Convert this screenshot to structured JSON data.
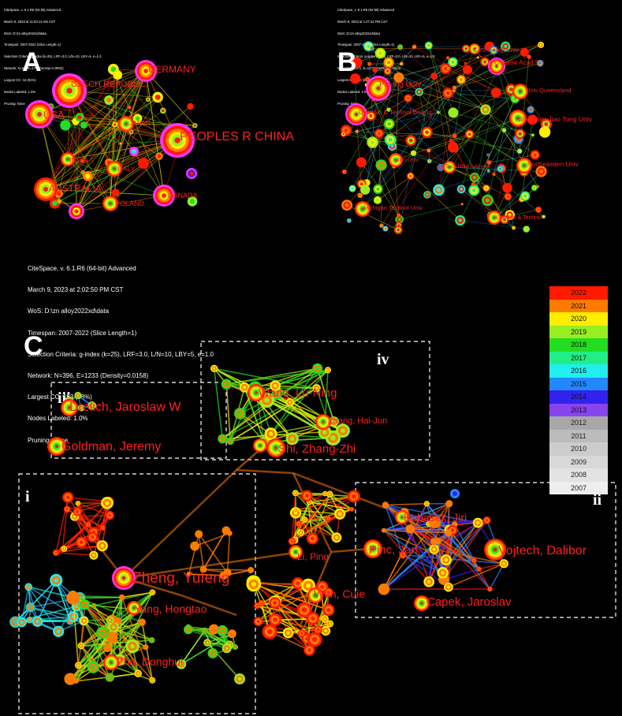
{
  "panel_a": {
    "letter": "A",
    "meta": [
      "CiteSpace, v. 6.1.R6 (64-bit) Advanced",
      "March 9, 2023 at 11:53:14 AM CST",
      "WoS: D:\\zn alloy2022xd\\data",
      "Timespan: 2007-2022 (Slice Length=1)",
      "Selection Criteria: g-index (k=25), LRF=3.0, L/N=10, LBY=5, e=1.0",
      "Network: N=62, E=178 (Density=0.0942)",
      "Largest CC: 44 (81%)",
      "Nodes Labeled: 1.0%",
      "Pruning: None"
    ],
    "labels": [
      "GERMANY",
      "CZECH REPUBLIC",
      "USA",
      "PEOPLES R CHINA",
      "JAPAN",
      "INDIA",
      "ITALY",
      "AUSTRALIA",
      "CANADA",
      "POLAND"
    ]
  },
  "panel_b": {
    "letter": "B",
    "meta": [
      "CiteSpace, v. 6.1.R6 (64-bit) Advanced",
      "March 9, 2023 at 1:27:31 PM CST",
      "WoS: D:\\zn alloy2022xd\\data",
      "Timespan: 2007-2022 (Slice Length=1)",
      "Selection Criteria: g-index (k=25), LRF=3.0, L/N=10, LBY=5, e=1.0",
      "Network: N=371, E=1472 (Density=0.0214)",
      "Largest CC: 330 (89%)",
      "Nodes Labeled: 1.0%",
      "Pruning: None"
    ],
    "labels": [
      "Cent South Univ",
      "Chinese Acad Sci",
      "Peking Univ",
      "Univ Queensland",
      "Univ Sci & Technol Beijing",
      "Shanghai Jiao Tong Univ",
      "Jilin Univ",
      "Northeastern Univ",
      "Tech Univ Tubingen",
      "Michigan Technol Univ",
      "Univ Sci & Technol"
    ]
  },
  "panel_c": {
    "letter": "C",
    "meta": [
      "CiteSpace, v. 6.1.R6 (64-bit) Advanced",
      "March 9, 2023 at 2:02:50 PM CST",
      "WoS: D:\\zn alloy2022xd\\data",
      "Timespan: 2007-2022 (Slice Length=1)",
      "Selection Criteria: g-index (k=25), LRF=3.0, L/N=10, LBY=5, e=1.0",
      "Network: N=396, E=1233 (Density=0.0158)",
      "Largest CC: 153 (38%)",
      "Nodes Labeled: 1.0%",
      "Pruning: None"
    ],
    "clusters": [
      "i",
      "ii",
      "iii",
      "iv"
    ],
    "labels": [
      "Drelich, Jaroslaw W",
      "Goldman, Jeremy",
      "Wang, Lu-Ning",
      "Zhang, Hai-Jun",
      "Shi, Zhang-Zhi",
      "Kubasek, Jiri",
      "Pinc, Jan",
      "Vojtech, Dalibor",
      "Capek, Jaroslav",
      "Li, Ping",
      "Zheng, Yufeng",
      "Yang, Hongtao",
      "Wen, Cuie",
      "Zhu, Donghui"
    ]
  },
  "legend": [
    {
      "year": "2022",
      "color": "#ff1a00"
    },
    {
      "year": "2021",
      "color": "#ff7b00"
    },
    {
      "year": "2020",
      "color": "#ffee00"
    },
    {
      "year": "2019",
      "color": "#99ee22"
    },
    {
      "year": "2018",
      "color": "#22dd22"
    },
    {
      "year": "2017",
      "color": "#22ee88"
    },
    {
      "year": "2016",
      "color": "#22eeee"
    },
    {
      "year": "2015",
      "color": "#2288ff"
    },
    {
      "year": "2014",
      "color": "#3322ee"
    },
    {
      "year": "2013",
      "color": "#8844ee"
    },
    {
      "year": "2012",
      "color": "#a8a8a8"
    },
    {
      "year": "2011",
      "color": "#bcbcbc"
    },
    {
      "year": "2010",
      "color": "#cccccc"
    },
    {
      "year": "2009",
      "color": "#d8d8d8"
    },
    {
      "year": "2008",
      "color": "#e3e3e3"
    },
    {
      "year": "2007",
      "color": "#eeeeee"
    }
  ]
}
